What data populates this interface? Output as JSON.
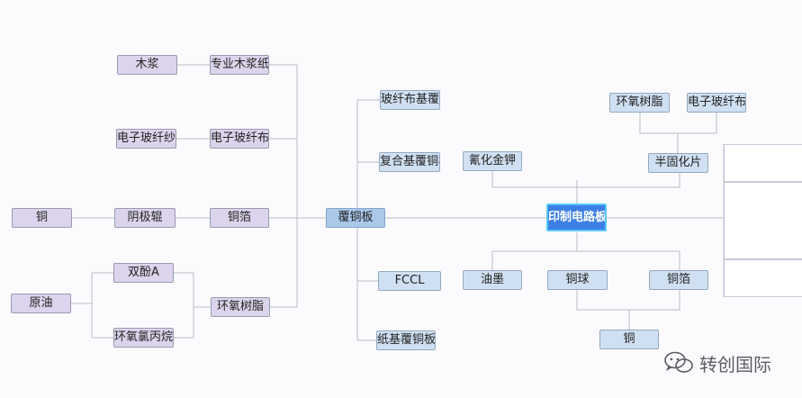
{
  "nodes": {
    "mujiang": "木浆",
    "zhuanye_mujiang_zhi": "专业木浆纸",
    "dianzi_boxian_sha": "电子玻纤纱",
    "dianzi_boxian_bu_left": "电子玻纤布",
    "tong_left": "铜",
    "yinji_gun": "阴极辊",
    "tongbo_left": "铜箔",
    "yuanyou": "原油",
    "shuangfen_a": "双酚A",
    "huanyang_lvbingwan": "环氧氯丙烷",
    "huanyang_shuzhi_left": "环氧树脂",
    "boxianbu_ji_fu_tong": "玻纤布基覆铜...",
    "fuhe_ji_fu_tongban": "复合基覆铜板",
    "fu_tongban": "覆铜板",
    "fccl": "FCCL",
    "zhiji_fu_tongban": "纸基覆铜板",
    "yinzhi_dianluban": "印制电路板",
    "huanyang_shuzhi_right": "环氧树脂",
    "dianzi_boxian_bu_right": "电子玻纤布",
    "qinghua_jinjia": "氰化金钾",
    "banguhua_pian": "半固化片",
    "youmo": "油墨",
    "tongqiu": "铜球",
    "tongbo_right": "铜箔",
    "tong_bottom": "铜"
  },
  "watermark": {
    "icon": "wechat-icon",
    "text": "转创国际"
  },
  "colors": {
    "upstream_fill": "#dcd4ec",
    "downstream_fill": "#cfe0f2",
    "ccl_fill": "#a9c8ea",
    "pcb_fill": "#3c7fe6",
    "pcb_border": "#57c8f5",
    "connector": "#b9bccb"
  }
}
